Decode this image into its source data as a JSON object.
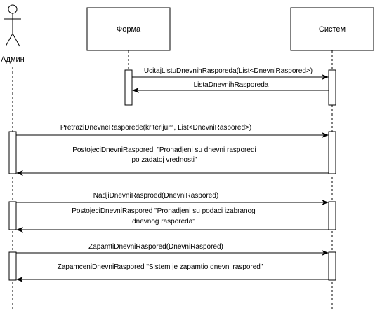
{
  "actor": {
    "name": "Админ",
    "icon": "stick-figure-icon"
  },
  "participants": {
    "forma": "Форма",
    "sistem": "Систем"
  },
  "messages": [
    {
      "line1": "UcitajListuDnevnihRasporeda(List<DnevniRaspored>)",
      "line2": "",
      "direction": "forward"
    },
    {
      "line1": "ListaDnevnihRasporeda",
      "line2": "",
      "direction": "return"
    },
    {
      "line1": "PretraziDnevneRasporede(kriterijum, List<DnevniRaspored>)",
      "line2": "",
      "direction": "forward"
    },
    {
      "line1": "PostojeciDnevniRasporedi \"Pronadjeni su dnevni rasporedi",
      "line2": "po zadatoj vrednosti\"",
      "direction": "return"
    },
    {
      "line1": "NadjiDnevniRasproed(DnevniRaspored)",
      "line2": "",
      "direction": "forward"
    },
    {
      "line1": "PostojeciDnevniRaspored \"Pronadjeni su podaci izabranog",
      "line2": "dnevnog rasporeda\"",
      "direction": "return"
    },
    {
      "line1": "ZapamtiDnevniRaspored(DnevniRaspored)",
      "line2": "",
      "direction": "forward"
    },
    {
      "line1": "ZapamceniDnevniRaspored \"Sistem je zapamtio dnevni raspored\"",
      "line2": "",
      "direction": "return"
    }
  ]
}
